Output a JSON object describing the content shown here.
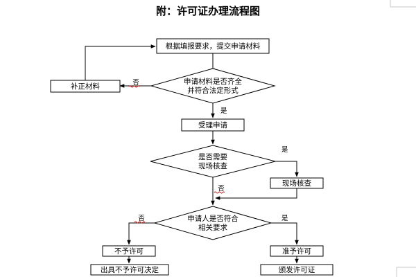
{
  "title": "附：许可证办理流程图",
  "nodes": {
    "submit": "根据填报要求，提交申请材料",
    "supplement": "补正材料",
    "check_line1": "申请材料是否齐全",
    "check_line2": "并符合法定形式",
    "accept": "受理申请",
    "onsite_q_line1": "是否需要",
    "onsite_q_line2": "现场核查",
    "onsite": "现场核查",
    "meet_line1": "申请人是否符合",
    "meet_line2": "相关要求",
    "deny": "不予许可",
    "deny_doc": "出具不予许可决定",
    "approve": "准予许可",
    "issue": "颁发许可证"
  },
  "labels": {
    "check_no": "否",
    "check_yes": "是",
    "onsite_yes": "是",
    "onsite_no": "否",
    "meet_no": "否",
    "meet_yes": "是"
  },
  "colors": {
    "stroke": "#000000",
    "spellcheck": "#d00000"
  }
}
